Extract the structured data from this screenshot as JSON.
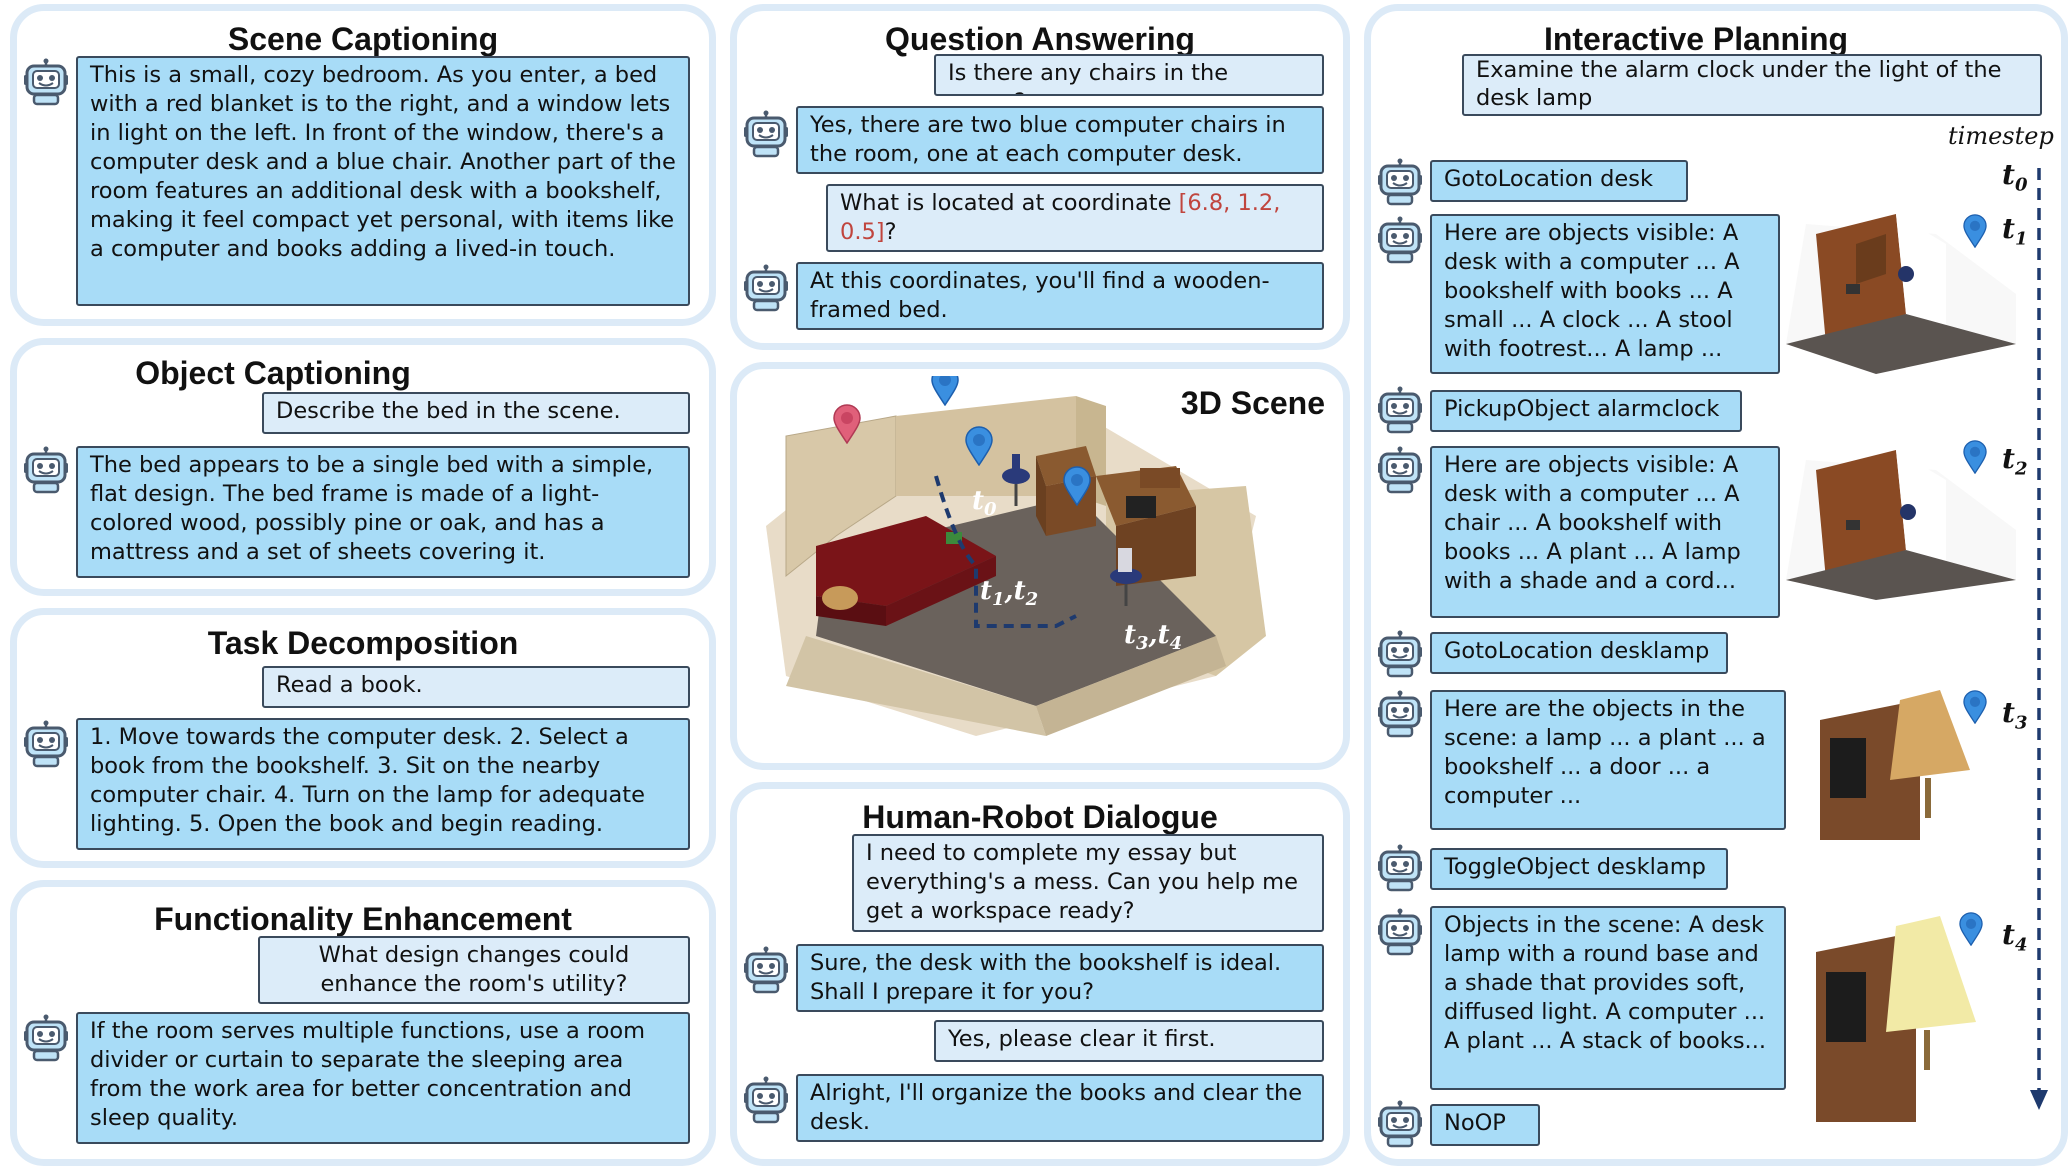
{
  "scene_captioning": {
    "title": "Scene Captioning",
    "answer": "This is a small, cozy bedroom. As you enter, a bed with a red blanket is to the right, and a window lets in light on the left. In front of the window, there's a computer desk and a blue chair. Another part of the room features an additional desk with a bookshelf, making it feel compact yet personal, with items like a computer and books adding a lived-in touch."
  },
  "object_captioning": {
    "title": "Object Captioning",
    "question": "Describe the bed in the scene.",
    "answer": "The bed appears to be a single bed with a simple, flat design. The bed frame is made of a light-colored wood, possibly pine or oak, and has a mattress and a set of sheets covering it."
  },
  "task_decomposition": {
    "title": "Task Decomposition",
    "question": "Read a book.",
    "answer": "1. Move towards the computer desk. 2. Select a book from the bookshelf. 3. Sit on the nearby computer chair. 4. Turn on the lamp for adequate lighting. 5. Open the book and begin reading."
  },
  "functionality_enhancement": {
    "title": "Functionality Enhancement",
    "question": "What design changes could enhance the room's utility?",
    "answer": "If the room serves multiple functions, use a room divider or curtain to separate the sleeping area from the work area for better concentration and sleep quality."
  },
  "question_answering": {
    "title": "Question Answering",
    "q1": "Is there any chairs in the scene?",
    "a1": "Yes, there are two blue computer chairs in the room, one at each computer desk.",
    "q2_prefix": "What is located at coordinate ",
    "q2_coord": "[6.8, 1.2, 0.5]",
    "q2_suffix": "?",
    "a2": "At this coordinates, you'll find a wooden-framed bed."
  },
  "scene_3d": {
    "title": "3D Scene",
    "labels": [
      "t0",
      "t1,t2",
      "t3,t4"
    ]
  },
  "human_robot_dialogue": {
    "title": "Human-Robot Dialogue",
    "h1": "I need to complete my essay but everything's a mess. Can you help me get a workspace ready?",
    "r1": "Sure, the desk with the bookshelf is ideal. Shall I prepare it for you?",
    "h2": "Yes, please clear it first.",
    "r2": "Alright, I'll organize the books and clear the desk."
  },
  "interactive_planning": {
    "title": "Interactive Planning",
    "instruction": "Examine the alarm clock under the light of the desk lamp",
    "timestep_label": "timestep",
    "steps": [
      {
        "action": "GotoLocation desk"
      },
      {
        "observation": "Here are objects visible: A desk with a computer ... A bookshelf with books ... A small ... A clock ... A stool with footrest... A lamp ..."
      },
      {
        "action": "PickupObject alarmclock"
      },
      {
        "observation": "Here are objects visible: A desk with a computer ... A chair ... A bookshelf with books ... A plant ... A lamp with a shade and a cord..."
      },
      {
        "action": "GotoLocation desklamp"
      },
      {
        "observation": "Here are the objects in the scene: a lamp ... a plant ... a bookshelf ... a door ... a computer ..."
      },
      {
        "action": "ToggleObject desklamp"
      },
      {
        "observation": "Objects in the scene: A desk lamp with a round base and a shade that provides soft, diffused light. A computer ... A plant ... A stack of books..."
      },
      {
        "action": "NoOP"
      }
    ],
    "timestep_markers": [
      "t0",
      "t1",
      "t2",
      "t3",
      "t4"
    ]
  },
  "colors": {
    "robot_bubble": "#a8dcf7",
    "human_bubble": "#dcecf9",
    "panel_border": "#dceaf7",
    "highlight_red": "#c0453e",
    "pin_blue": "#3a8fe0",
    "pin_red": "#e0607a",
    "path_navy": "#1e3a6e"
  }
}
